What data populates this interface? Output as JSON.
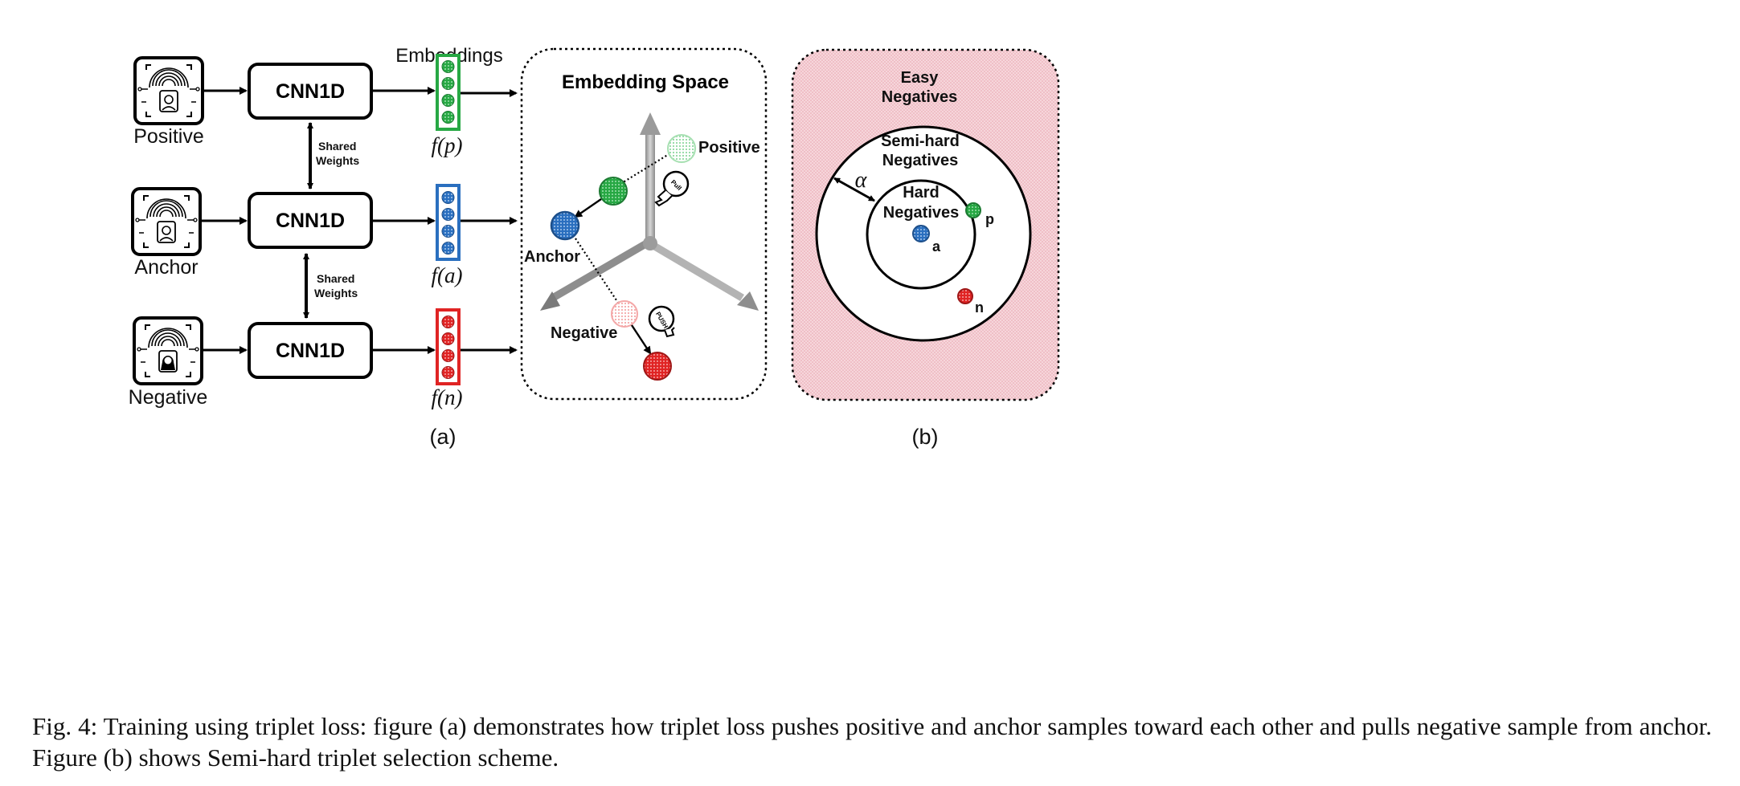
{
  "panel_a": {
    "inputs": [
      "Positive",
      "Anchor",
      "Negative"
    ],
    "encoder_label": "CNN1D",
    "shared_weights": [
      "Shared",
      "Weights"
    ],
    "embeddings_title": "Embeddings",
    "embedding_labels": [
      "f(p)",
      "f(a)",
      "f(n)"
    ],
    "embedding_colors": [
      "#27a844",
      "#2a6fbf",
      "#e02424"
    ],
    "space_title": "Embedding Space",
    "space_labels": {
      "positive": "Positive",
      "anchor": "Anchor",
      "negative": "Negative"
    },
    "pull_label": "Pull",
    "push_label": "PUSH",
    "sublabel": "(a)"
  },
  "panel_b": {
    "regions": {
      "easy": [
        "Easy",
        "Negatives"
      ],
      "semi_hard": [
        "Semi-hard",
        "Negatives"
      ],
      "hard": [
        "Hard",
        "Negatives"
      ]
    },
    "margin_symbol": "α",
    "points": {
      "p": "p",
      "a": "a",
      "n": "n"
    },
    "sublabel": "(b)"
  },
  "caption": "Fig. 4: Training using triplet loss: figure (a) demonstrates how triplet loss pushes positive and anchor samples toward each other and pulls negative sample from anchor. Figure (b) shows Semi-hard triplet selection scheme."
}
